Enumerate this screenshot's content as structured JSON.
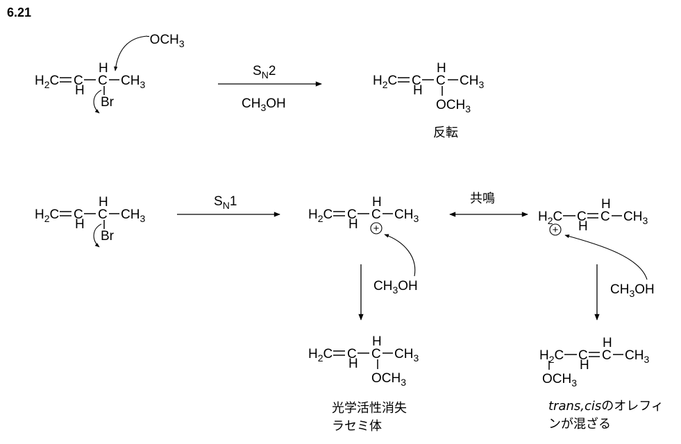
{
  "problem_number": "6.21",
  "reactions": {
    "sn2": {
      "nucleophile": {
        "charge": "-",
        "text": "OCH",
        "sub": "3"
      },
      "arrow_label_top": {
        "main": "S",
        "sub": "N",
        "tail": "2"
      },
      "arrow_label_bottom": {
        "main": "CH",
        "sub": "3",
        "tail": "OH"
      },
      "product_note": "反転"
    },
    "sn1": {
      "arrow_label": {
        "main": "S",
        "sub": "N",
        "tail": "1"
      },
      "resonance_label": "共鳴",
      "solvent_left": {
        "main": "CH",
        "sub": "3",
        "tail": "OH"
      },
      "solvent_right": {
        "main": "CH",
        "sub": "3",
        "tail": "OH"
      },
      "note_left_line1": "光学活性消失",
      "note_left_line2": "ラセミ体",
      "note_right_line1_italic": "trans,cis",
      "note_right_line1_rest": "のオレフィ",
      "note_right_line2": "ンが混ざる"
    }
  },
  "atoms": {
    "h2c_main": "H",
    "h2c_sub": "2",
    "h2c_tail": "C",
    "ch": "C",
    "h": "H",
    "ch3_main": "CH",
    "ch3_sub": "3",
    "br": "Br",
    "och3_main": "OCH",
    "och3_sub": "3",
    "plus": "+"
  }
}
